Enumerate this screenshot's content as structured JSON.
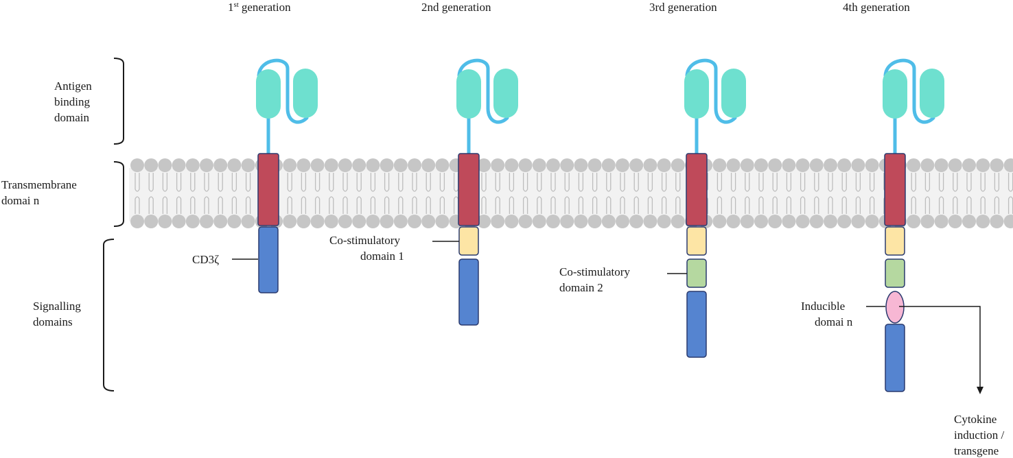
{
  "generations": [
    {
      "label": "generation",
      "prefix": "1",
      "suffix": "st"
    },
    {
      "label": "2nd generation"
    },
    {
      "label": "3rd generation"
    },
    {
      "label": "4th generation"
    }
  ],
  "left_labels": {
    "antigen": [
      "Antigen",
      "binding",
      "domain"
    ],
    "transmembrane": [
      "Transmembrane",
      "domai n"
    ],
    "signalling": [
      "Signalling",
      "domains"
    ]
  },
  "annotations": {
    "cd3z": "CD3ζ",
    "costim1": [
      "Co-stimulatory",
      "domain 1"
    ],
    "costim2": [
      "Co-stimulatory",
      "domain 2"
    ],
    "inducible": [
      "Inducible",
      "domai n"
    ],
    "output": [
      "Cytokine",
      "induction /",
      "transgene"
    ]
  },
  "colors": {
    "scfv": "#6ee0cf",
    "linker": "#4fbde8",
    "transmembrane": "#bf4a5a",
    "cd3z": "#5584d0",
    "costim1": "#fde5a5",
    "costim2": "#b5d8a0",
    "inducible": "#f7b7d4",
    "membrane_head": "#c6c6c6",
    "membrane_band": "#f2f2f2"
  }
}
